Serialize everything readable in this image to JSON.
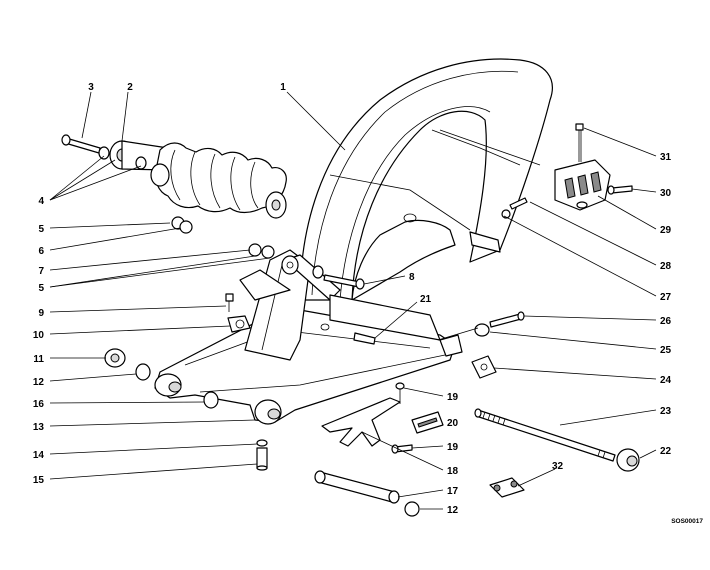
{
  "drawing_code": "SOS00017",
  "callouts": [
    {
      "id": "c1",
      "label": "1"
    },
    {
      "id": "c2",
      "label": "2"
    },
    {
      "id": "c3",
      "label": "3"
    },
    {
      "id": "c4",
      "label": "4"
    },
    {
      "id": "c5a",
      "label": "5"
    },
    {
      "id": "c6",
      "label": "6"
    },
    {
      "id": "c7",
      "label": "7"
    },
    {
      "id": "c5b",
      "label": "5"
    },
    {
      "id": "c9",
      "label": "9"
    },
    {
      "id": "c10",
      "label": "10"
    },
    {
      "id": "c11",
      "label": "11"
    },
    {
      "id": "c12a",
      "label": "12"
    },
    {
      "id": "c16",
      "label": "16"
    },
    {
      "id": "c13",
      "label": "13"
    },
    {
      "id": "c14",
      "label": "14"
    },
    {
      "id": "c15",
      "label": "15"
    },
    {
      "id": "c8",
      "label": "8"
    },
    {
      "id": "c21",
      "label": "21"
    },
    {
      "id": "c31",
      "label": "31"
    },
    {
      "id": "c30",
      "label": "30"
    },
    {
      "id": "c29",
      "label": "29"
    },
    {
      "id": "c28",
      "label": "28"
    },
    {
      "id": "c27",
      "label": "27"
    },
    {
      "id": "c26",
      "label": "26"
    },
    {
      "id": "c25",
      "label": "25"
    },
    {
      "id": "c24",
      "label": "24"
    },
    {
      "id": "c23",
      "label": "23"
    },
    {
      "id": "c22",
      "label": "22"
    },
    {
      "id": "c19a",
      "label": "19"
    },
    {
      "id": "c20",
      "label": "20"
    },
    {
      "id": "c19b",
      "label": "19"
    },
    {
      "id": "c18",
      "label": "18"
    },
    {
      "id": "c17",
      "label": "17"
    },
    {
      "id": "c12b",
      "label": "12"
    },
    {
      "id": "c32",
      "label": "32"
    }
  ]
}
